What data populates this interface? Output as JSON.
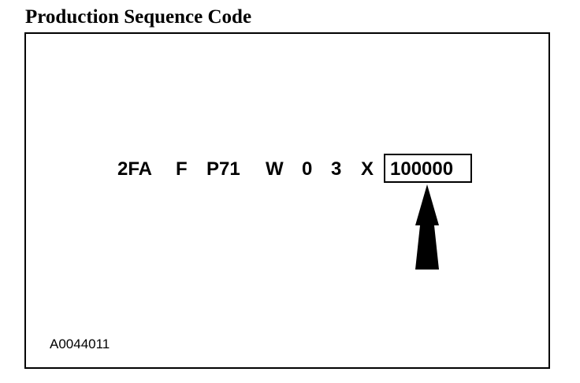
{
  "title": "Production Sequence Code",
  "vin_segments": [
    "2FA",
    "F",
    "P71",
    "W",
    "0",
    "3",
    "X"
  ],
  "sequence_code": "100000",
  "figure_id": "A0044011",
  "colors": {
    "ink": "#000000",
    "background": "#ffffff"
  },
  "arrow_icon": "up-arrow-icon"
}
